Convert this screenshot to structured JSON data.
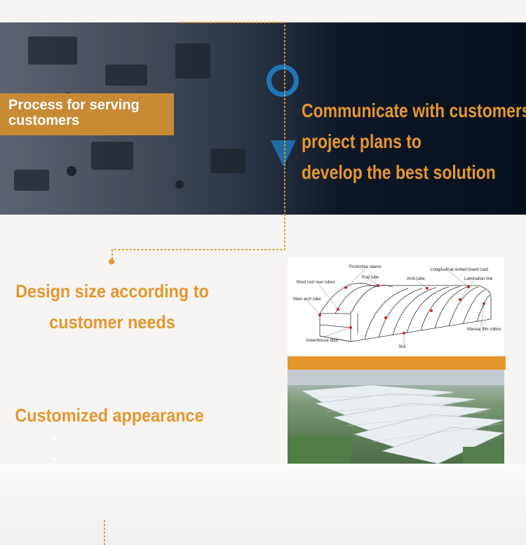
{
  "hero": {
    "badge_line1": "Process for serving",
    "badge_line2": "customers",
    "text_lines": [
      "Communicate with customers'",
      "project plans to",
      "develop the best solution"
    ]
  },
  "section_design": {
    "line1": "Design size according to",
    "line2": "customer needs"
  },
  "section_appearance": {
    "title": "Customized appearance"
  },
  "diagram": {
    "labels": {
      "protective_sleeve": "Protective sleeve",
      "rod_tube": "Rod tube",
      "shed_roof_riser_tubes": "Shed roof riser tubes",
      "arch_tube": "Arch tube",
      "longitudinal_slotted_board_card": "Longitudinal slotted board card",
      "lamination_line": "Lamination line",
      "main_arch_tube": "Main arch tube",
      "greenhouse_door": "Greenhouse door",
      "slot": "Slot",
      "manual_film_rollers": "Manual film rollers"
    }
  },
  "colors": {
    "accent_orange": "#e5962d",
    "badge_orange": "#c98a36",
    "hero_dark": "#06101c",
    "icon_blue": "#1e76b8"
  }
}
